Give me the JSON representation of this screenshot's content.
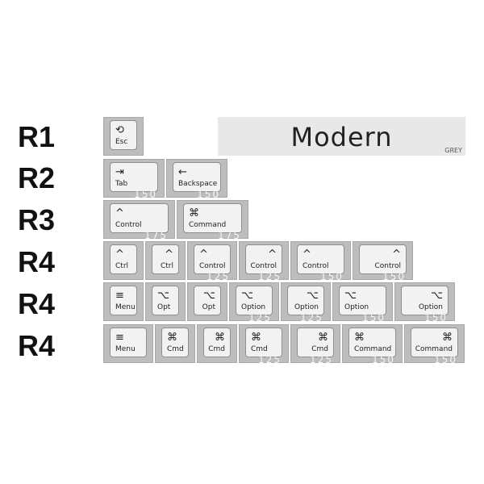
{
  "rows": [
    "R1",
    "R2",
    "R3",
    "R4",
    "R4",
    "R4"
  ],
  "banner": {
    "title": "Modern",
    "subtitle": "GREY"
  },
  "keys": {
    "esc": {
      "glyph": "⟲",
      "label": "Esc",
      "size": ""
    },
    "tab": {
      "glyph": "⇥",
      "label": "Tab",
      "size": "150"
    },
    "backspace": {
      "glyph": "←",
      "label": "Backspace",
      "size": "150"
    },
    "control175": {
      "glyph": "^",
      "label": "Control",
      "size": "175"
    },
    "command175": {
      "glyph": "⌘",
      "label": "Command",
      "size": "175"
    },
    "ctrl1": {
      "glyph": "^",
      "label": "Ctrl",
      "size": ""
    },
    "ctrl2": {
      "glyph": "^",
      "label": "Ctrl",
      "size": ""
    },
    "control125a": {
      "glyph": "^",
      "label": "Control",
      "size": "125"
    },
    "control125b": {
      "glyph": "^",
      "label": "Control",
      "size": "125"
    },
    "control150a": {
      "glyph": "^",
      "label": "Control",
      "size": "150"
    },
    "control150b": {
      "glyph": "^",
      "label": "Control",
      "size": "150"
    },
    "menu1": {
      "glyph": "≡",
      "label": "Menu",
      "size": ""
    },
    "opt1": {
      "glyph": "⌥",
      "label": "Opt",
      "size": ""
    },
    "opt2": {
      "glyph": "⌥",
      "label": "Opt",
      "size": ""
    },
    "option125a": {
      "glyph": "⌥",
      "label": "Option",
      "size": "125"
    },
    "option125b": {
      "glyph": "⌥",
      "label": "Option",
      "size": "125"
    },
    "option150a": {
      "glyph": "⌥",
      "label": "Option",
      "size": "150"
    },
    "option150b": {
      "glyph": "⌥",
      "label": "Option",
      "size": "150"
    },
    "menu2": {
      "glyph": "≡",
      "label": "Menu",
      "size": ""
    },
    "cmd1": {
      "glyph": "⌘",
      "label": "Cmd",
      "size": ""
    },
    "cmd2": {
      "glyph": "⌘",
      "label": "Cmd",
      "size": ""
    },
    "cmd125a": {
      "glyph": "⌘",
      "label": "Cmd",
      "size": "125"
    },
    "cmd125b": {
      "glyph": "⌘",
      "label": "Cmd",
      "size": "125"
    },
    "command150a": {
      "glyph": "⌘",
      "label": "Command",
      "size": "150"
    },
    "command150b": {
      "glyph": "⌘",
      "label": "Command",
      "size": "150"
    }
  }
}
